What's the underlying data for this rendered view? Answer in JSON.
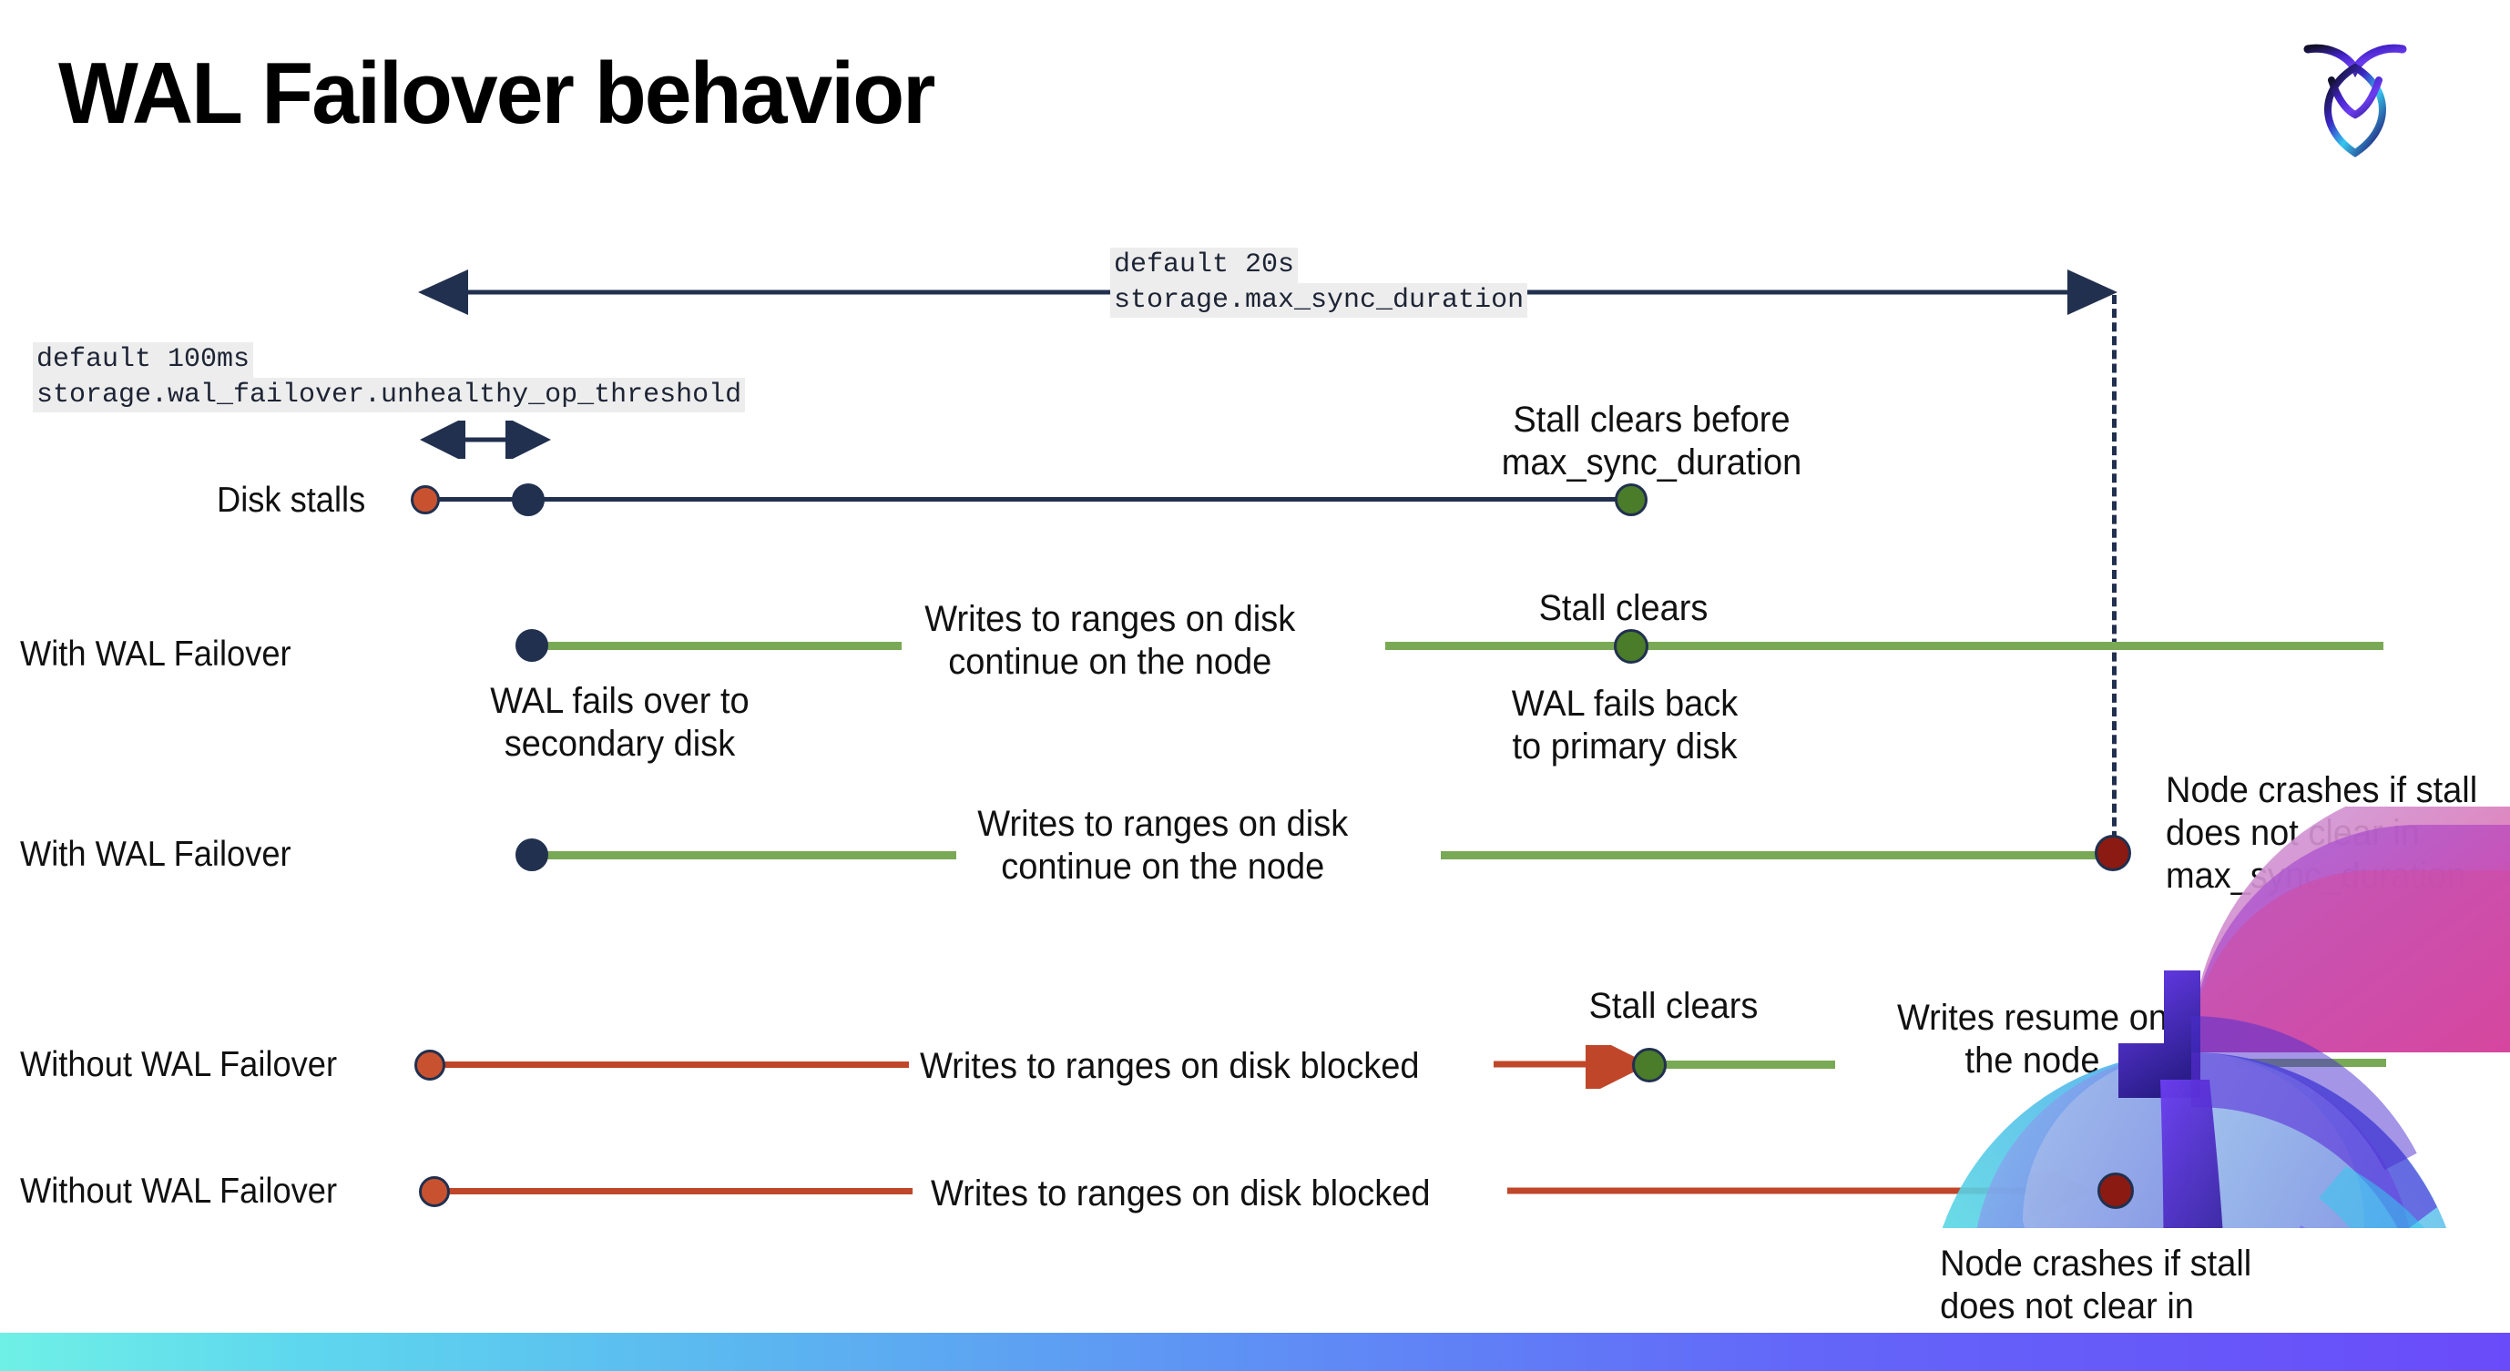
{
  "page": {
    "title": "WAL Failover behavior",
    "brand_logo_name": "cockroachdb-logo"
  },
  "colors": {
    "navy": "#21304f",
    "green_line": "#7aa956",
    "green_dot": "#4a7c2a",
    "red_line": "#c0462a",
    "orange_dot": "#c8522f",
    "dark_red_dot": "#8b1a12",
    "code_bg": "#ededed",
    "bar_gradient_start": "#6ff0e6",
    "bar_gradient_end": "#6a4bf9"
  },
  "annotations": {
    "max_sync": {
      "default": "default 20s",
      "setting": "storage.max_sync_duration"
    },
    "unhealthy_op": {
      "default": "default 100ms",
      "setting": "storage.wal_failover.unhealthy_op_threshold"
    }
  },
  "rows": [
    {
      "label": "Disk stalls",
      "callouts": [
        "Stall clears before\nmax_sync_duration"
      ]
    },
    {
      "label": "With WAL Failover",
      "callouts": [
        "Writes to ranges on disk\ncontinue on the node",
        "Stall clears",
        "WAL fails over to\nsecondary disk",
        "WAL fails  back\nto primary disk"
      ]
    },
    {
      "label": "With WAL Failover",
      "callouts": [
        "Writes to ranges on disk\ncontinue on the node",
        "Node crashes if stall\ndoes not clear in\nmax_sync_duration"
      ]
    },
    {
      "label": "Without WAL Failover",
      "callouts": [
        "Writes to ranges on disk  blocked",
        "Stall clears",
        "Writes resume on\nthe node"
      ]
    },
    {
      "label": "Without WAL Failover",
      "callouts": [
        "Writes to ranges on disk  blocked",
        "Node crashes if stall\ndoes not clear in\nmax_sync_duration"
      ]
    }
  ]
}
